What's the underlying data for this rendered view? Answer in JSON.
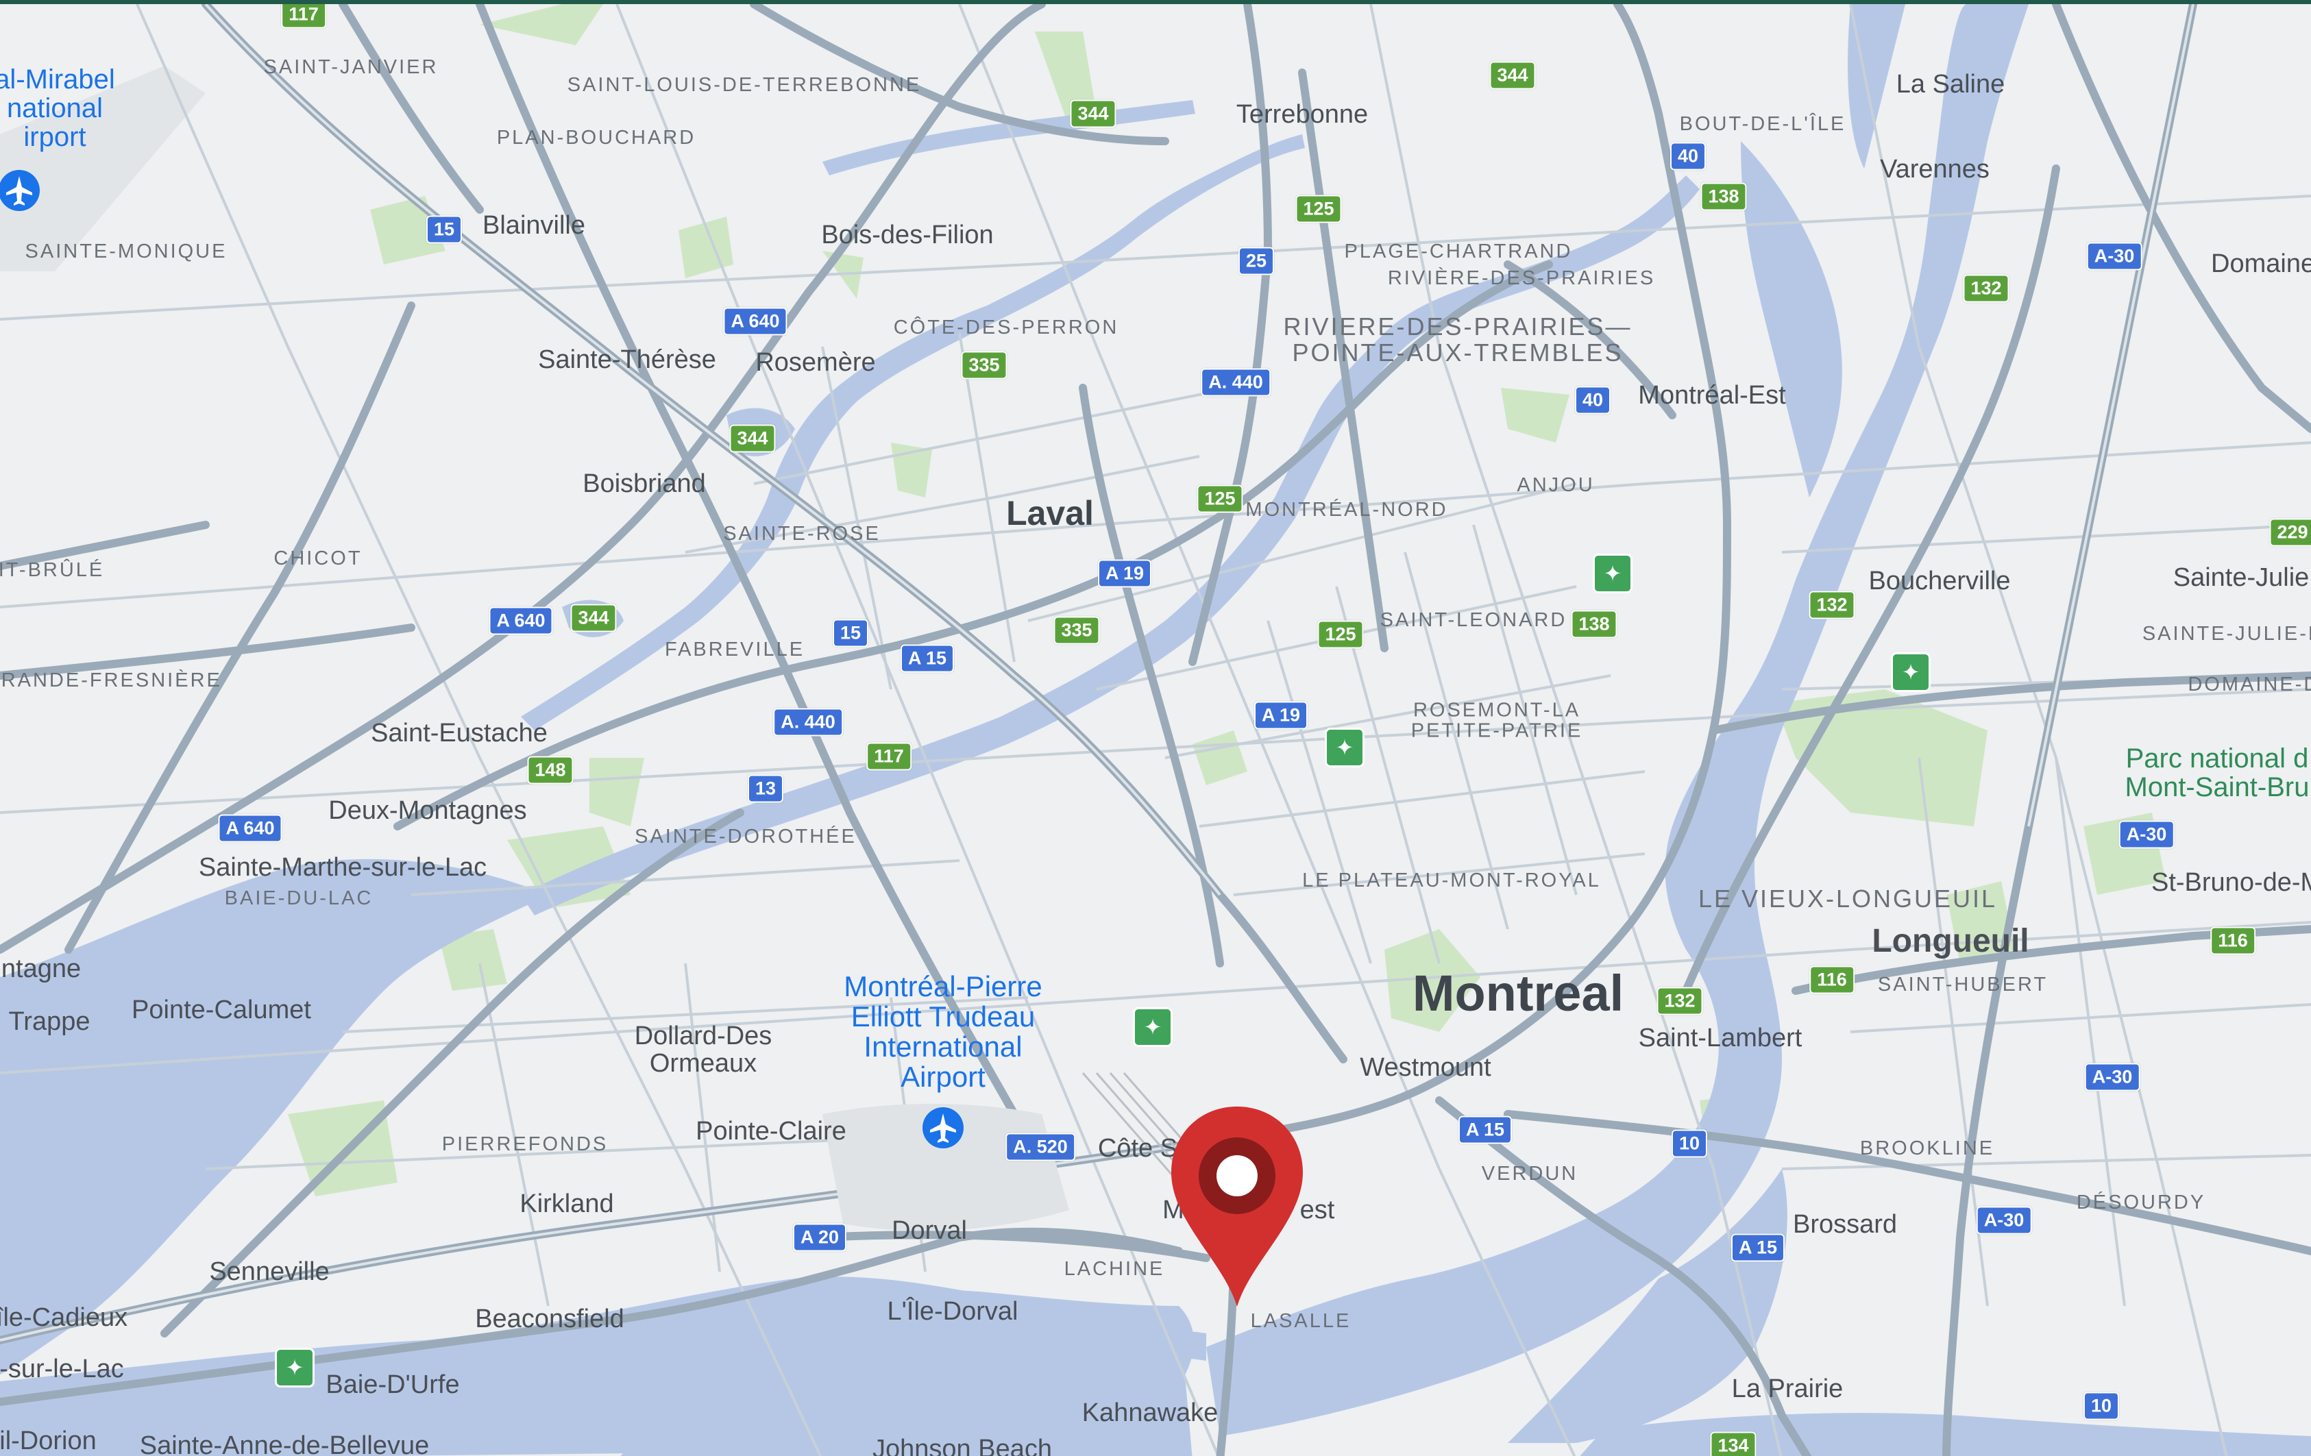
{
  "colors": {
    "land": "#eef0f2",
    "water": "#b6c7e6",
    "road_major": "#9aaab8",
    "road_minor": "#c7d0d8",
    "park": "#cfe6c4",
    "route_green": "#5aa03a",
    "route_blue": "#3d6fd6",
    "pin_red": "#d2302f",
    "pin_dark": "#8a1c1c",
    "poi_blue": "#1a73e8"
  },
  "labels": {
    "mirabel_airport": "al-Mirabel national irport",
    "saint_janvier": "SAINT-JANVIER",
    "saint_louis_terrebonne": "SAINT-LOUIS-DE-TERREBONNE",
    "plan_bouchard": "PLAN-BOUCHARD",
    "terrebonne": "Terrebonne",
    "la_saline": "La Saline",
    "bout_de_lile": "BOUT-DE-L'ÎLE",
    "varennes": "Varennes",
    "domaine": "Domaine S",
    "blainville": "Blainville",
    "sainte_monique": "SAINTE-MONIQUE",
    "bois_des_filion": "Bois-des-Filion",
    "plage_chartrand": "PLAGE-CHARTRAND",
    "riviere_des_prairies": "RIVIÈRE-DES-PRAIRIES",
    "rdp_pat": "RIVIERE-DES-PRAIRIES— POINTE-AUX-TREMBLES",
    "cote_des_perron": "CÔTE-DES-PERRON",
    "sainte_therese": "Sainte-Thérèse",
    "rosemere": "Rosemère",
    "montreal_est": "Montréal-Est",
    "anjou": "ANJOU",
    "boisbriand": "Boisbriand",
    "sainte_rose": "SAINTE-ROSE",
    "laval": "Laval",
    "montreal_nord": "MONTRÉAL-NORD",
    "chicot": "CHICOT",
    "it_brule": "IT-BRÛLÉ",
    "boucherville": "Boucherville",
    "sainte_julie": "Sainte-Julie",
    "saint_leonard": "SAINT-LEONARD",
    "fabreville": "FABREVILLE",
    "sainte_julie_de": "SAINTE-JULIE-DE",
    "grande_fresniere": "GRANDE-FRESNIÈRE",
    "domaine_de": "DOMAINE-DE",
    "rosemont": "ROSEMONT-LA PETITE-PATRIE",
    "saint_eustache": "Saint-Eustache",
    "parc_national": "Parc national d Mont-Saint-Bru",
    "deux_montagnes": "Deux-Montagnes",
    "sainte_dorothee": "SAINTE-DOROTHÉE",
    "sainte_marthe": "Sainte-Marthe-sur-le-Lac",
    "baie_du_lac": "BAIE-DU-LAC",
    "le_plateau": "LE PLATEAU-MONT-ROYAL",
    "st_bruno": "St-Bruno-de-Mont",
    "le_vieux_longueuil": "LE VIEUX-LONGUEUIL",
    "longueuil": "Longueuil",
    "ntagne": "ntagne",
    "saint_hubert": "SAINT-HUBERT",
    "montreal": "Montreal",
    "trappe": "Trappe",
    "pointe_calumet": "Pointe-Calumet",
    "trudeau_airport": "Montréal-Pierre Elliott Trudeau International Airport",
    "dollard": "Dollard-Des Ormeaux",
    "saint_lambert": "Saint-Lambert",
    "westmount": "Westmount",
    "pierrefonds": "PIERREFONDS",
    "pointe_claire": "Pointe-Claire",
    "cote_s": "Côte S",
    "verdun": "VERDUN",
    "brookline": "BROOKLINE",
    "desourdy": "DÉSOURDY",
    "kirkland": "Kirkland",
    "m": "M",
    "est": "est",
    "dorval": "Dorval",
    "brossard": "Brossard",
    "senneville": "Senneville",
    "lachine": "LACHINE",
    "ile_cadieux": "île-Cadieux",
    "beaconsfield": "Beaconsfield",
    "ile_dorval": "L'Île-Dorval",
    "lasalle": "LASALLE",
    "sur_le_lac": "-sur-le-Lac",
    "baie_durfe": "Baie-D'Urfe",
    "la_prairie": "La Prairie",
    "kahnawake": "Kahnawake",
    "il_dorion": "il-Dorion",
    "sainte_anne": "Sainte-Anne-de-Bellevue",
    "johnson_beach": "Johnson Beach"
  },
  "routes": {
    "r117_top": "117",
    "r344_a": "344",
    "r344_b": "344",
    "a40_a": "40",
    "r138_a": "138",
    "r125_a": "125",
    "r15_a": "15",
    "r25": "25",
    "a30_a": "A-30",
    "r132_a": "132",
    "a640_a": "A 640",
    "r335_a": "335",
    "a440_a": "A. 440",
    "a40_b": "40",
    "r344_c": "344",
    "r125_b": "125",
    "r229": "229",
    "a19_a": "A 19",
    "a640_b": "A 640",
    "r344_d": "344",
    "r15_b": "15",
    "r335_b": "335",
    "r125_c": "125",
    "r138_b": "138",
    "r132_b": "132",
    "a15_a": "A 15",
    "a19_b": "A 19",
    "a440_b": "A. 440",
    "r148": "148",
    "r117_b": "117",
    "r13": "13",
    "a640_c": "A 640",
    "a30_b": "A-30",
    "r116_a": "116",
    "r116_b": "116",
    "r132_c": "132",
    "a30_c": "A-30",
    "a520": "A. 520",
    "a15_b": "A 15",
    "r10_a": "10",
    "a20": "A 20",
    "a30_d": "A-30",
    "a15_c": "A 15",
    "r10_b": "10",
    "r134": "134"
  },
  "icons": {
    "airport": "airplane-icon",
    "national_park": "maple-leaf-icon",
    "location_pin": "location-pin-icon"
  },
  "pin_location": "LaSalle / Verdun area, Montreal"
}
